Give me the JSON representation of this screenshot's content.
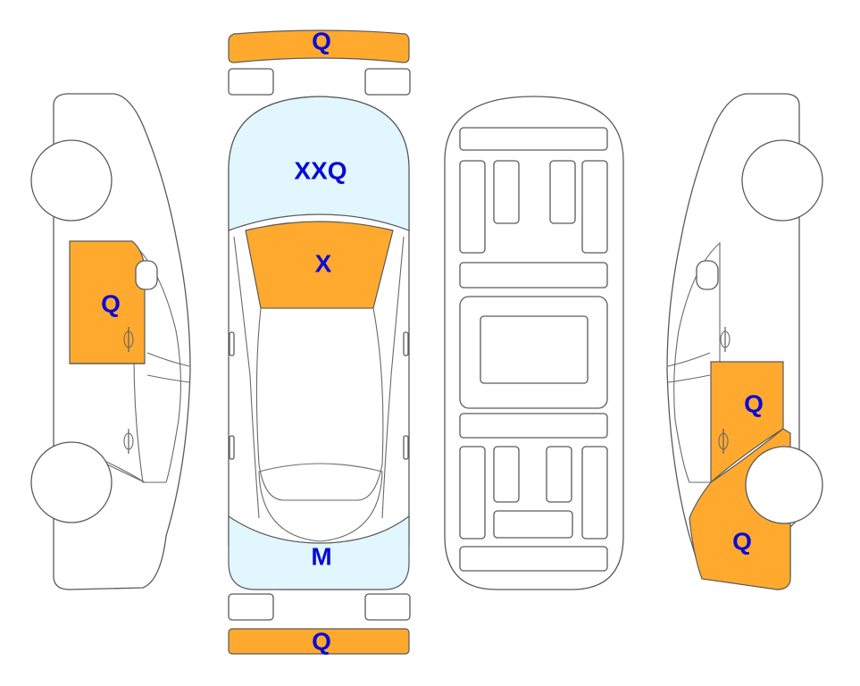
{
  "colors": {
    "damage": "#ffaa2e",
    "glass": "#e1f6fd",
    "label": "#0a0ad6",
    "outline": "#5a5a5a"
  },
  "labels": {
    "front_bumper": "Q",
    "windshield": "XXQ",
    "hood": "X",
    "rear_window": "M",
    "rear_bumper": "Q",
    "left_front_door": "Q",
    "right_rear_door": "Q",
    "right_rear_quarter": "Q"
  }
}
